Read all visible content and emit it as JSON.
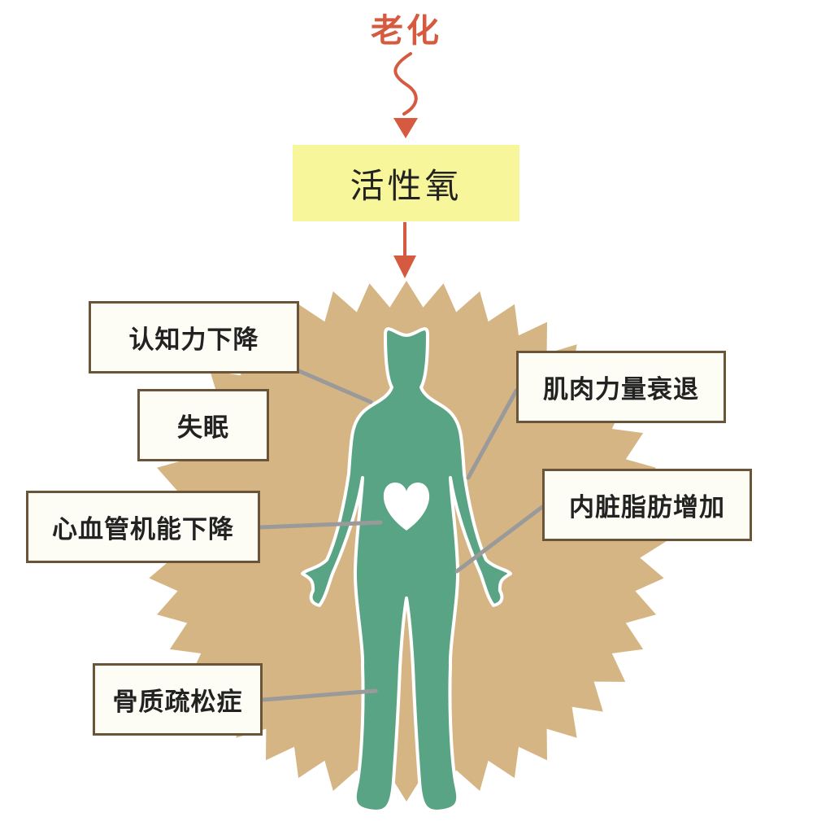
{
  "aging": {
    "label": "老化"
  },
  "ros": {
    "label": "活性氧"
  },
  "effects": [
    {
      "label": "认知力下降"
    },
    {
      "label": "失眠"
    },
    {
      "label": "心血管机能下降"
    },
    {
      "label": "骨质疏松症"
    },
    {
      "label": "肌肉力量衰退"
    },
    {
      "label": "内脏脂肪增加"
    }
  ],
  "colors": {
    "arrow": "#d55a3f",
    "burst": "#d6b585",
    "body": "#5aa486",
    "ros_box": "#f8f69a",
    "box_border": "#6b5538",
    "connector": "#9a9a9a"
  },
  "icons": [
    "burst-shape",
    "human-body-silhouette",
    "heart-icon",
    "wavy-arrow",
    "down-arrow"
  ]
}
